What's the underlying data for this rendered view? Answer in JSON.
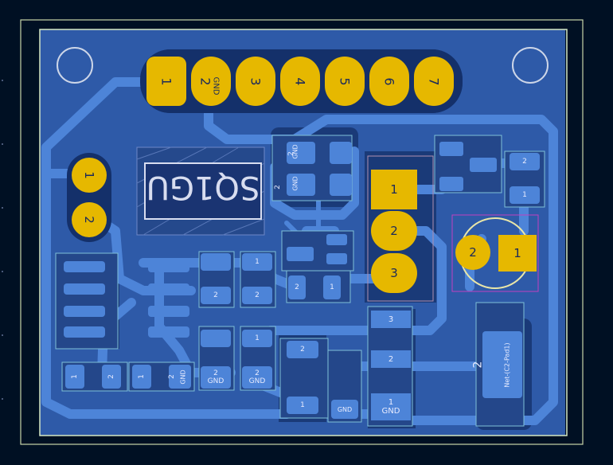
{
  "header_pins": [
    "1",
    "2",
    "3",
    "4",
    "5",
    "6",
    "7"
  ],
  "header_pin2_net": "GND",
  "silkscreen_text": "SQ1GU",
  "colors": {
    "background": "#001023",
    "board_fill": "#2e5aa8",
    "trace": "#4d84d8",
    "pad": "#e6b800",
    "silkscreen": "#d8ddf0",
    "edge_cut": "#d6e8c4",
    "courtyard": "#ff66ff"
  },
  "left_connector": {
    "pins": [
      "1",
      "2"
    ]
  },
  "regulator": {
    "pins": [
      "1",
      "2",
      "3"
    ]
  },
  "smd_labels": {
    "gnd": "GND",
    "one": "1",
    "two": "2",
    "three": "3"
  },
  "c2_pad_net": "Net-(C2-Pad1)",
  "c2_pad_num": "2",
  "bottom_pads": [
    {
      "num": "3",
      "net": ""
    },
    {
      "num": "2",
      "net": ""
    },
    {
      "num": "1",
      "net": "GND"
    }
  ],
  "round_cap": {
    "pins": [
      "2",
      "1"
    ]
  }
}
